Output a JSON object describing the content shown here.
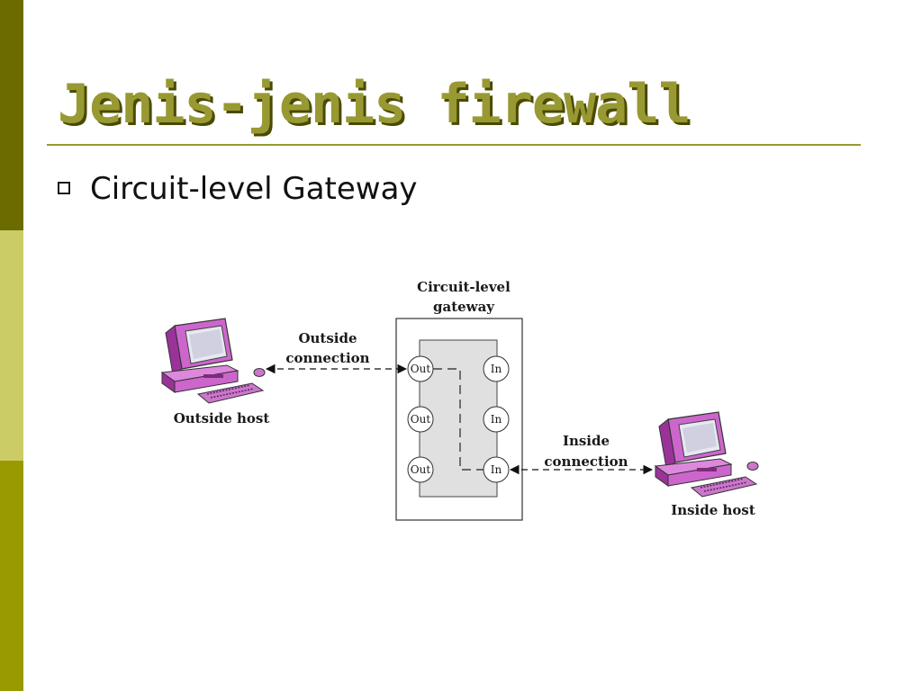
{
  "slide": {
    "title": "Jenis-jenis firewall",
    "bullet": "Circuit-level Gateway"
  },
  "diagram": {
    "gateway_label_line1": "Circuit-level",
    "gateway_label_line2": "gateway",
    "outside_conn_line1": "Outside",
    "outside_conn_line2": "connection",
    "inside_conn_line1": "Inside",
    "inside_conn_line2": "connection",
    "outside_host": "Outside host",
    "inside_host": "Inside host",
    "ports_out": [
      "Out",
      "Out",
      "Out"
    ],
    "ports_in": [
      "In",
      "In",
      "In"
    ]
  },
  "colors": {
    "sidebar_dark": "#6b6b00",
    "sidebar_light": "#cccc66",
    "sidebar_mid": "#999900",
    "title": "#999933",
    "computer": "#cc66cc",
    "gateway_inner": "#e0e0e0"
  },
  "icons": [
    "square-bullet-icon",
    "desktop-computer-icon"
  ]
}
